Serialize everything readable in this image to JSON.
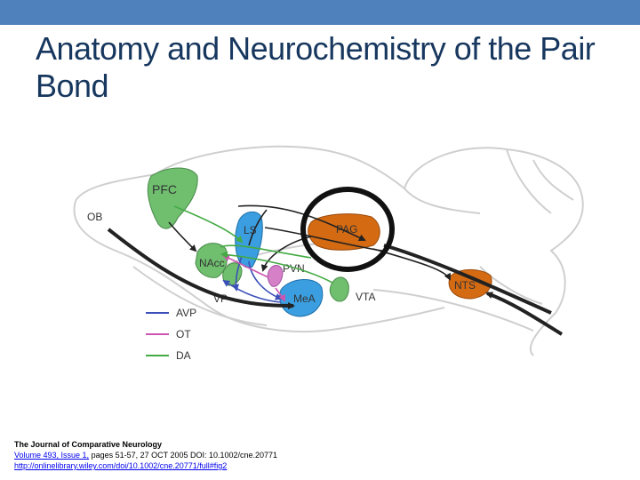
{
  "slide": {
    "title": "Anatomy and Neurochemistry of the Pair Bond"
  },
  "diagram": {
    "regions": {
      "pfc": "PFC",
      "ob": "OB",
      "ls": "LS",
      "nacc": "NAcc",
      "vp": "VP",
      "pvn": "PVN",
      "mea": "MeA",
      "vta": "VTA",
      "pag": "PAG",
      "nts": "NTS"
    },
    "legend": [
      {
        "label": "AVP",
        "color": "#3b4fb8"
      },
      {
        "label": "OT",
        "color": "#cc55b0"
      },
      {
        "label": "DA",
        "color": "#44aa44"
      }
    ],
    "colors": {
      "green_region": "#6fbf6f",
      "blue_region": "#3a9ee0",
      "pink_region": "#d680c8",
      "orange_region": "#d46a12",
      "highlight_circle": "#111111"
    }
  },
  "citation": {
    "journal": "The Journal of Comparative Neurology",
    "volume_link": "Volume 493, Issue 1,",
    "details": " pages 51-57, 27 OCT 2005 DOI: 10.1002/cne.20771",
    "url": "http://onlinelibrary.wiley.com/doi/10.1002/cne.20771/full#fig2"
  }
}
